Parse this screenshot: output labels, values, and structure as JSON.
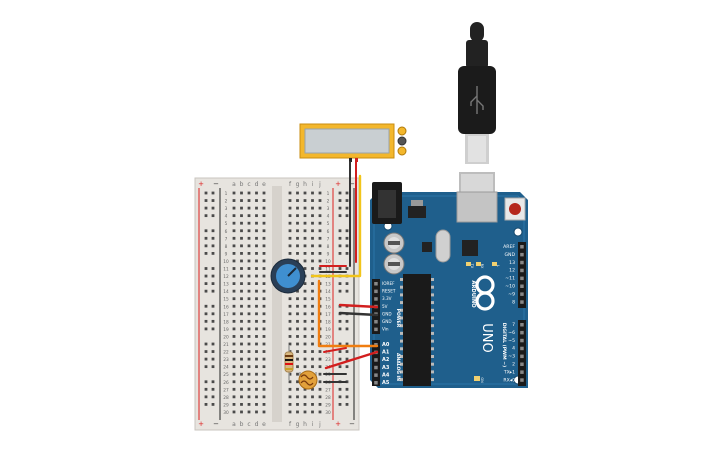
{
  "breadboard": {
    "rail_plus": "+",
    "rail_minus": "−",
    "left_cols": [
      "a",
      "b",
      "c",
      "d",
      "e"
    ],
    "right_cols": [
      "f",
      "g",
      "h",
      "i",
      "j"
    ],
    "rows": [
      "1",
      "2",
      "3",
      "4",
      "5",
      "6",
      "7",
      "8",
      "9",
      "10",
      "11",
      "12",
      "13",
      "14",
      "15",
      "16",
      "17",
      "18",
      "19",
      "20",
      "21",
      "22",
      "23",
      "24",
      "25",
      "26",
      "27",
      "28",
      "29",
      "30"
    ]
  },
  "arduino": {
    "brand": "ARDUINO",
    "model": "UNO",
    "power_header": [
      "IOREF",
      "RESET",
      "3.3V",
      "5V",
      "GND",
      "GND",
      "Vin"
    ],
    "power_label": "POWER",
    "analog_header": [
      "A0",
      "A1",
      "A2",
      "A3",
      "A4",
      "A5"
    ],
    "analog_label": "ANALOG IN",
    "digital_top": [
      "AREF",
      "GND",
      "13",
      "12",
      "~11",
      "~10",
      "~9",
      "8"
    ],
    "digital_bottom": [
      "7",
      "~6",
      "~5",
      "4",
      "~3",
      "2",
      "TX▸1",
      "RX◂0"
    ],
    "digital_label": "DIGITAL (PWM ~)",
    "led_labels": [
      "TX",
      "RX",
      "L"
    ],
    "on_label": "ON"
  },
  "colors": {
    "board_blue": "#1f5f8c",
    "breadboard": "#e7e4df",
    "wire_red": "#d21e1e",
    "wire_black": "#333333",
    "wire_yellow": "#f2c51a",
    "wire_orange": "#f07d10",
    "lcd_frame": "#f3b72c"
  }
}
